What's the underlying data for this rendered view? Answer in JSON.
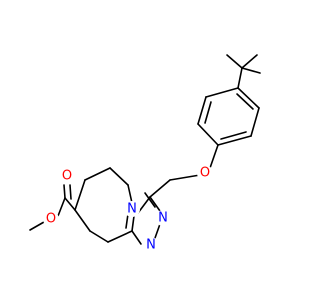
{
  "molecule": {
    "atoms": [
      {
        "label": "O",
        "color": "#ff0000"
      },
      {
        "label": "O",
        "color": "#ff0000"
      },
      {
        "label": "O",
        "color": "#ff0000"
      },
      {
        "label": "N",
        "color": "#0000ff"
      },
      {
        "label": "N",
        "color": "#0000ff"
      },
      {
        "label": "N",
        "color": "#0000ff"
      }
    ]
  },
  "colors": {
    "bond": "#000000",
    "oxygen": "#ff0000",
    "nitrogen": "#0000ff",
    "background": "#ffffff"
  }
}
